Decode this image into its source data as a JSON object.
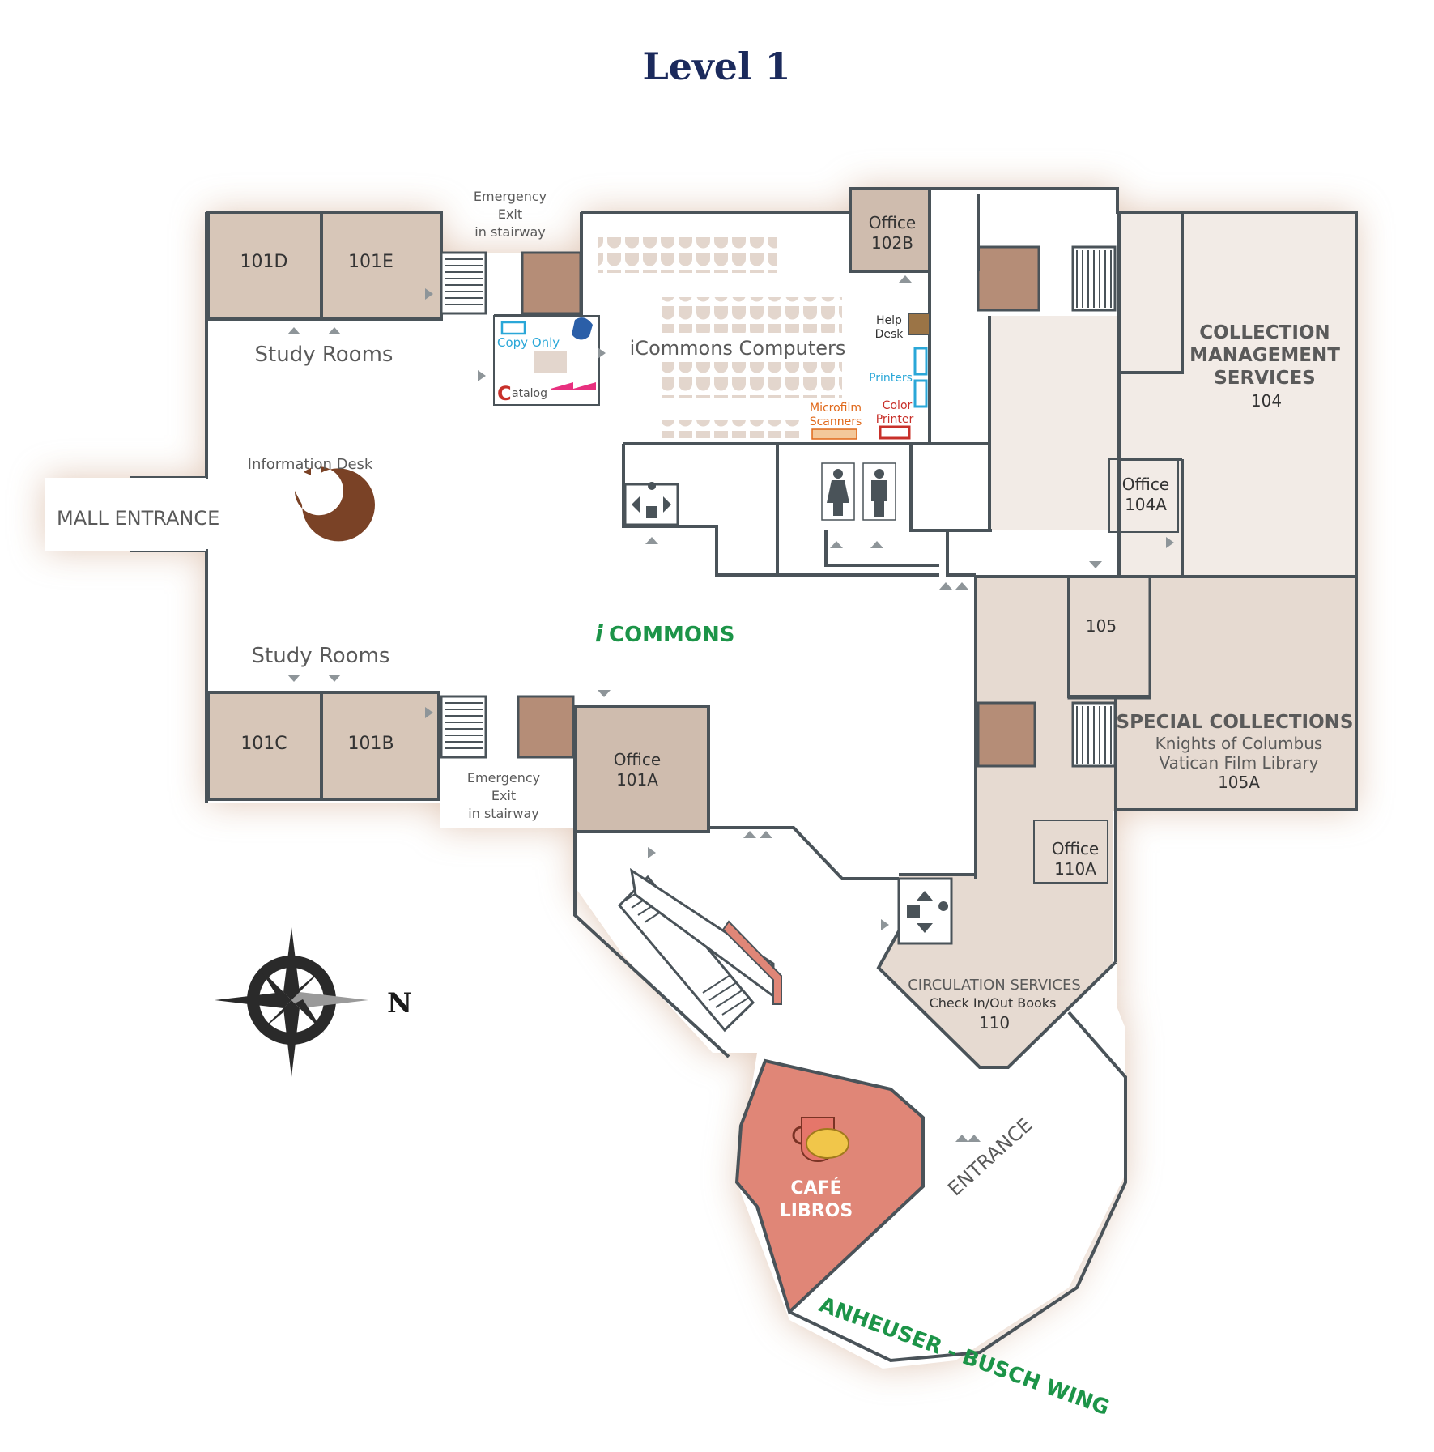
{
  "title": "Level 1",
  "compass": {
    "label": "N"
  },
  "rooms": {
    "r101d": "101D",
    "r101e": "101E",
    "r101c": "101C",
    "r101b": "101B",
    "study_rooms_top": "Study Rooms",
    "study_rooms_bottom": "Study Rooms",
    "office_102b": [
      "Office",
      "102B"
    ],
    "office_101a": [
      "Office",
      "101A"
    ],
    "office_104a": [
      "Office",
      "104A"
    ],
    "office_110a": [
      "Office",
      "110A"
    ],
    "r105": "105",
    "collection": [
      "COLLECTION",
      "MANAGEMENT",
      "SERVICES",
      "104"
    ],
    "special": [
      "SPECIAL COLLECTIONS",
      "Knights of Columbus",
      "Vatican Film Library",
      "105A"
    ],
    "circulation": [
      "CIRCULATION SERVICES",
      "Check In/Out Books",
      "110"
    ],
    "cafe": [
      "CAFÉ",
      "LIBROS"
    ]
  },
  "labels": {
    "emergency_top": [
      "Emergency",
      "Exit",
      "in stairway"
    ],
    "emergency_bottom": [
      "Emergency",
      "Exit",
      "in stairway"
    ],
    "mall_entrance": "MALL ENTRANCE",
    "info_desk": "Information Desk",
    "icommons_computers": "iCommons Computers",
    "icommons_i": "i",
    "icommons_rest": "COMMONS",
    "copy_only": "Copy Only",
    "catalog": "atalog",
    "catalog_c": "C",
    "help_desk": [
      "Help",
      "Desk"
    ],
    "printers": "Printers",
    "color_printer": [
      "Color",
      "Printer"
    ],
    "microfilm": [
      "Microfilm",
      "Scanners"
    ],
    "entrance": "ENTRANCE",
    "wing": "ANHEUSER - BUSCH WING"
  },
  "colors": {
    "room_tan": "#d7c6b8",
    "room_light": "#e6dad1",
    "room_pale": "#f2ebe6",
    "stair_brown": "#b58d77",
    "cafe": "#e08677",
    "info_desk": "#7a4226",
    "wall": "#4a5359",
    "green": "#1c9448",
    "title": "#1b2a5c",
    "cyan": "#2aa7d8",
    "magenta": "#e8307f",
    "orange": "#e0681a",
    "red": "#c8302a"
  }
}
